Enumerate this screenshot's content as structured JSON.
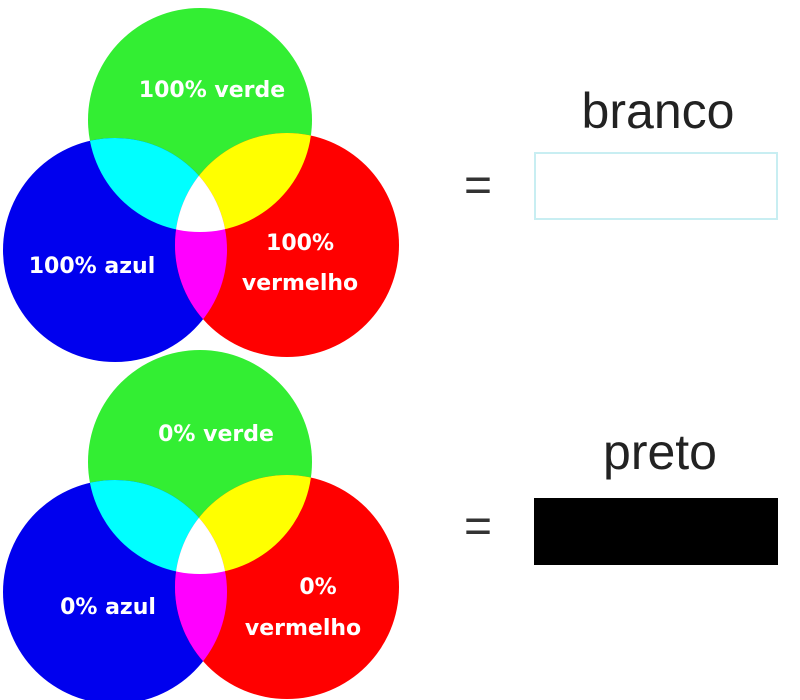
{
  "colors": {
    "green": "#33ee33",
    "blue": "#0000ee",
    "red": "#ff0000",
    "cyan": "#00ffff",
    "yellow": "#ffff00",
    "magenta": "#ff00ff",
    "white": "#ffffff",
    "white_swatch_border": "#c8eef2",
    "black_swatch": "#000000"
  },
  "diagrams": [
    {
      "green_label": "100% verde",
      "blue_label": "100% azul",
      "red_label_line1": "100%",
      "red_label_line2": "vermelho",
      "equals": "=",
      "result_label": "branco",
      "swatch": "white"
    },
    {
      "green_label": "0% verde",
      "blue_label": "0% azul",
      "red_label_line1": "0%",
      "red_label_line2": "vermelho",
      "equals": "=",
      "result_label": "preto",
      "swatch": "black"
    }
  ]
}
